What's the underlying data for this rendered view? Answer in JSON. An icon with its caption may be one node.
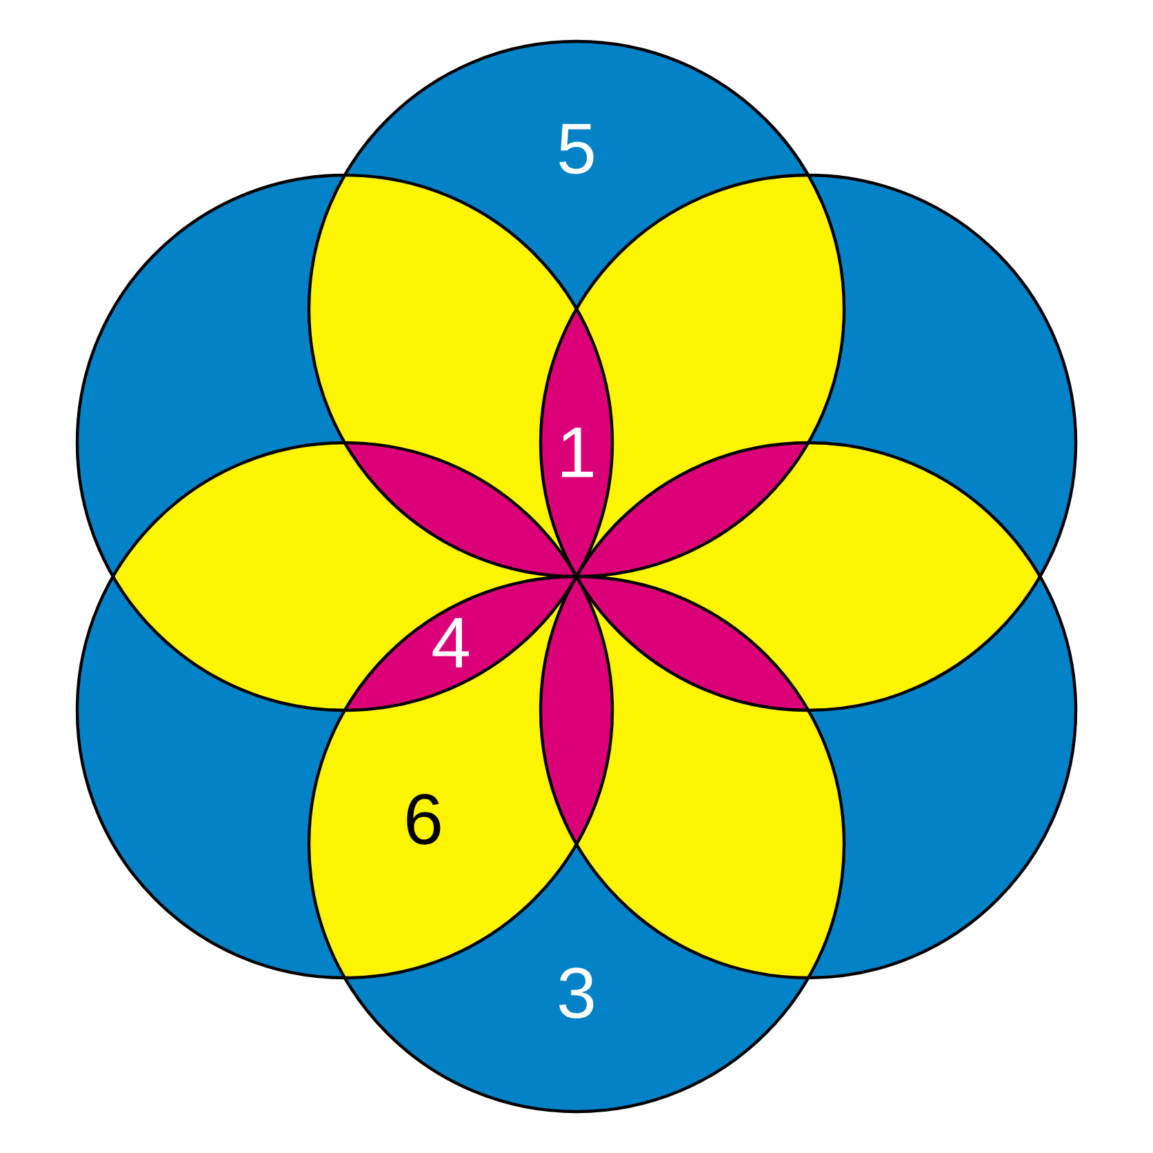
{
  "diagram": {
    "labels": [
      "5",
      "1",
      "4",
      "6",
      "3"
    ]
  }
}
